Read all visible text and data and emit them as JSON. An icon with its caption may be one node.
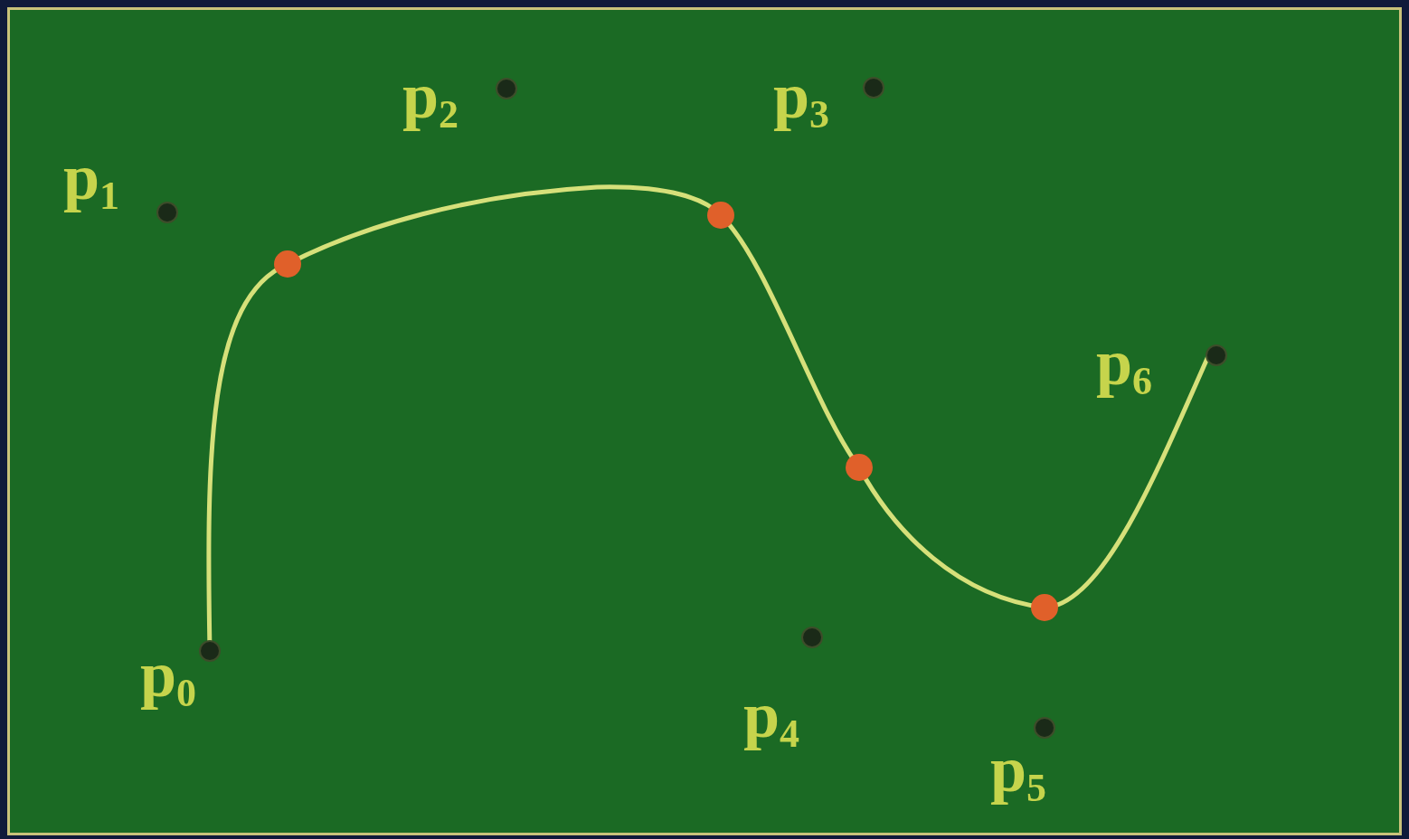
{
  "diagram": {
    "labels": [
      "p$_{2}$",
      "p$_{3}$",
      "p$_{1}$",
      "p$_{6}$",
      "p$_{0}$",
      "p$_{4}$",
      "p$_{5}$"
    ]
  }
}
